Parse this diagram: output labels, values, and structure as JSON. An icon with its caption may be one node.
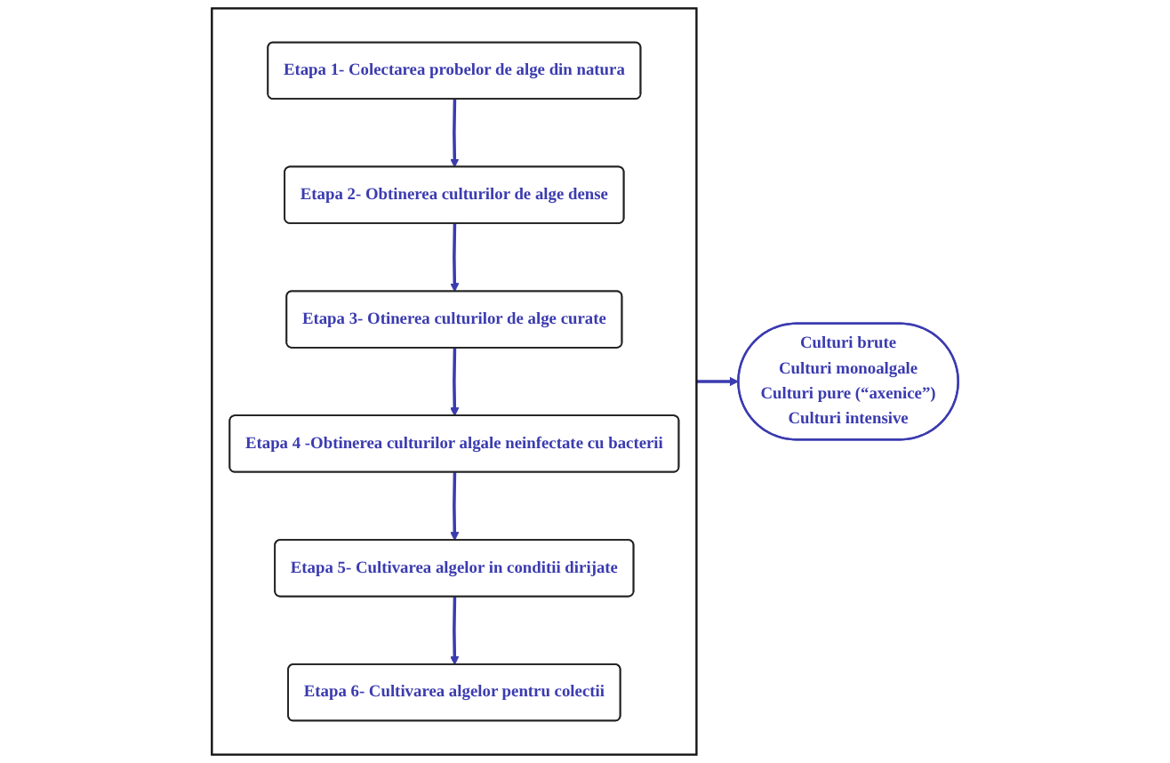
{
  "diagram": {
    "nodes": [
      {
        "text": [],
        "shape": "bracket"
      },
      {
        "text": [
          "Etapa 1- Colectarea probelor de alge din natura"
        ],
        "in": 0
      },
      {
        "text": [
          "Etapa 2- Obtinerea culturilor de alge dense"
        ],
        "in": 0
      },
      {
        "text": [
          "Etapa 3- Otinerea culturilor de alge curate"
        ],
        "in": 0
      },
      {
        "text": [
          "Etapa 4 -Obtinerea culturilor algale neinfectate cu bacterii"
        ],
        "in": 0
      },
      {
        "text": [
          "Etapa 5- Cultivarea algelor in conditii dirijate"
        ],
        "in": 0
      },
      {
        "text": [
          "Etapa 6- Cultivarea algelor pentru colectii"
        ],
        "in": 0
      },
      {
        "text": [
          "Culturi brute",
          "Culturi monoalgale",
          "Culturi pure (“axenice”)",
          "Culturi intensive"
        ]
      }
    ],
    "edges": [
      {
        "from": 1,
        "to": 2,
        "arrow": "to"
      },
      {
        "from": 2,
        "to": 3,
        "arrow": "to"
      },
      {
        "from": 3,
        "to": 4,
        "arrow": "to"
      },
      {
        "from": 4,
        "to": 5,
        "arrow": "to"
      },
      {
        "from": 5,
        "to": 6,
        "arrow": "to"
      },
      {
        "from": 0,
        "to": 7,
        "arrow": "to"
      }
    ]
  }
}
